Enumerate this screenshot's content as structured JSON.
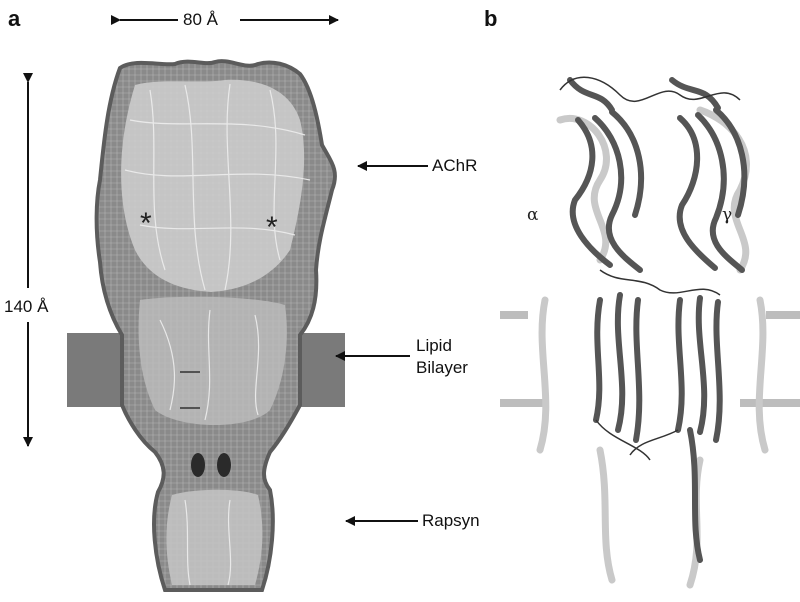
{
  "figure": {
    "panel_a": {
      "letter": "a",
      "width_label": "80 Å",
      "height_label": "140 Å",
      "labels": {
        "receptor": "AChR",
        "membrane_line1": "Lipid",
        "membrane_line2": "Bilayer",
        "anchor": "Rapsyn"
      },
      "asterisk": "*"
    },
    "panel_b": {
      "letter": "b",
      "subunit_left": "α",
      "subunit_right": "γ"
    }
  }
}
